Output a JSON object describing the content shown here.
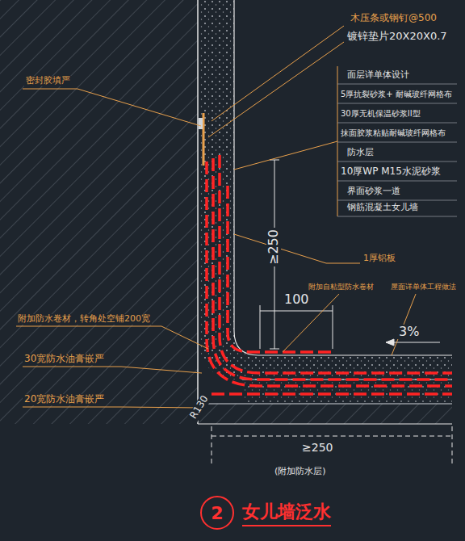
{
  "diagram": {
    "title": "女儿墙泛水",
    "nodes": [
      {
        "text": [
          "2"
        ]
      }
    ],
    "labels": [
      "木压条或钢钉@500",
      "镀锌垫片20X20X0.7",
      "密封胶填严",
      "面层详单体设计",
      "5厚抗裂砂浆+ 耐碱玻纤网格布",
      "30厚无机保温砂浆II型",
      "抹面胶浆粘贴耐碱玻纤网格布",
      "防水层",
      "10厚WP M15水泥砂浆",
      "界面砂浆一道",
      "钢筋混凝土女儿墙",
      "≥250",
      "1厚铝板",
      "附加自粘型防水卷材",
      "屋面详单体工程做法",
      "100",
      "3%",
      "附加防水卷材，转角处空铺200宽",
      "30宽防水油膏嵌严",
      "20宽防水油膏嵌严",
      "R130",
      "≥250",
      "(附加防水层)"
    ]
  }
}
